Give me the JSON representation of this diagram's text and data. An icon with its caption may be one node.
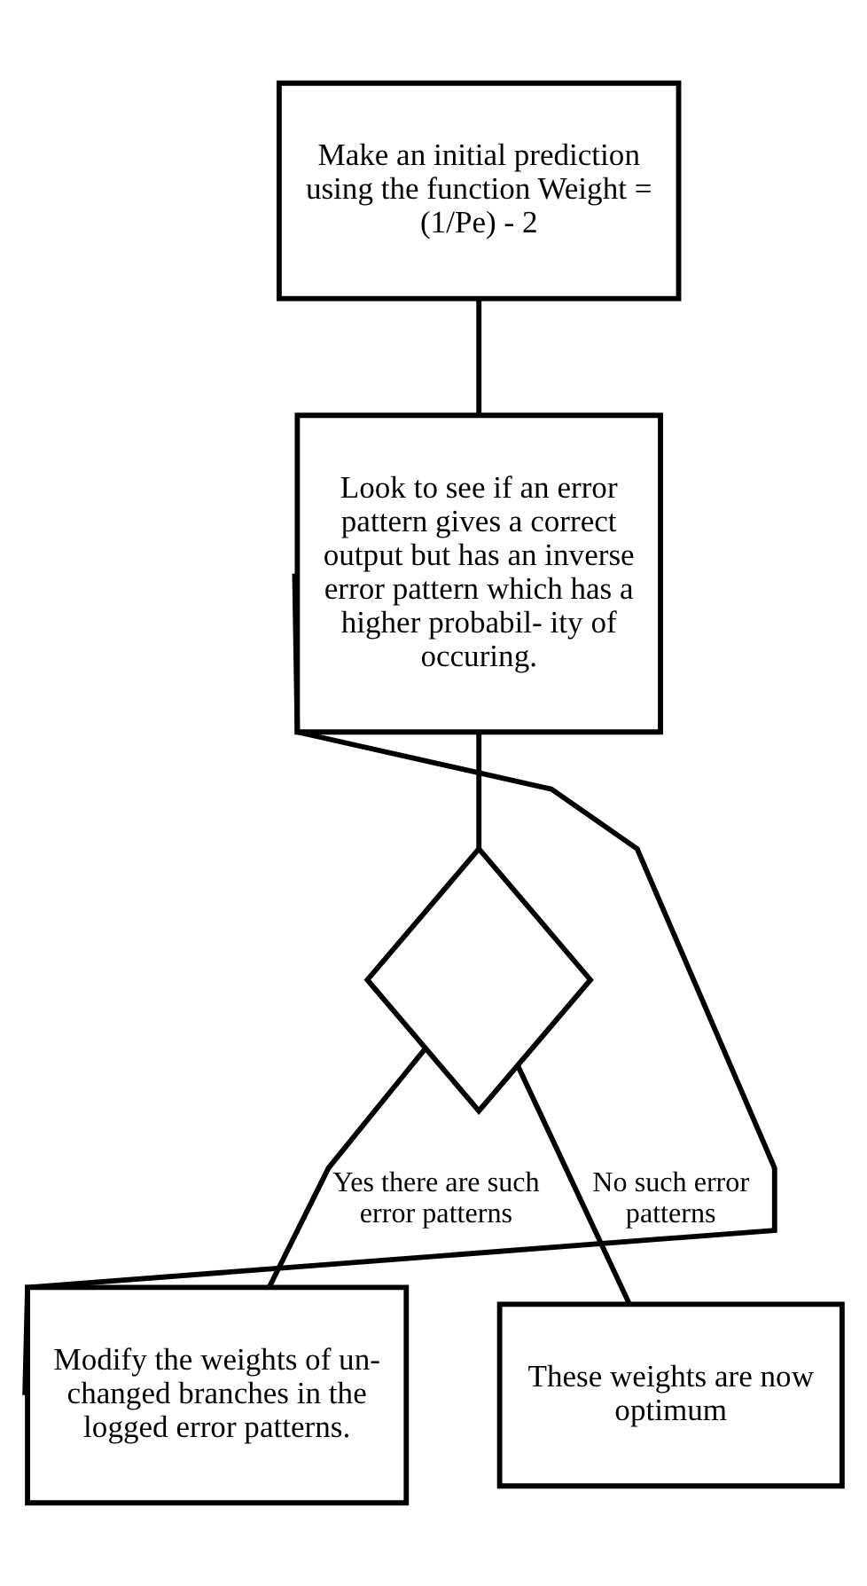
{
  "diagram": {
    "nodes": [
      {
        "text": [
          "Make an initial prediction using the function Weight = (1/Pe) - 2"
        ]
      },
      {
        "text": [
          "Look to see if an error pattern gives a correct output but has an inverse error pattern which has a higher probabil- ity of occuring."
        ]
      },
      {
        "text": [],
        "shape": "diamond"
      },
      {
        "text": [
          "Modify the weights of un- changed branches in the logged error patterns."
        ]
      },
      {
        "text": [
          "These weights are now optimum"
        ]
      }
    ],
    "edges": [
      {
        "from": 0,
        "to": 1,
        "arrow": "none"
      },
      {
        "from": 1,
        "to": 2,
        "arrow": "none"
      },
      {
        "from": 2,
        "to": 3,
        "arrow": "none",
        "label": "Yes there are such error patterns"
      },
      {
        "from": 2,
        "to": 4,
        "arrow": "none",
        "label": "No such error patterns"
      },
      {
        "from": 3,
        "to": 1,
        "arrow": "none"
      }
    ]
  }
}
